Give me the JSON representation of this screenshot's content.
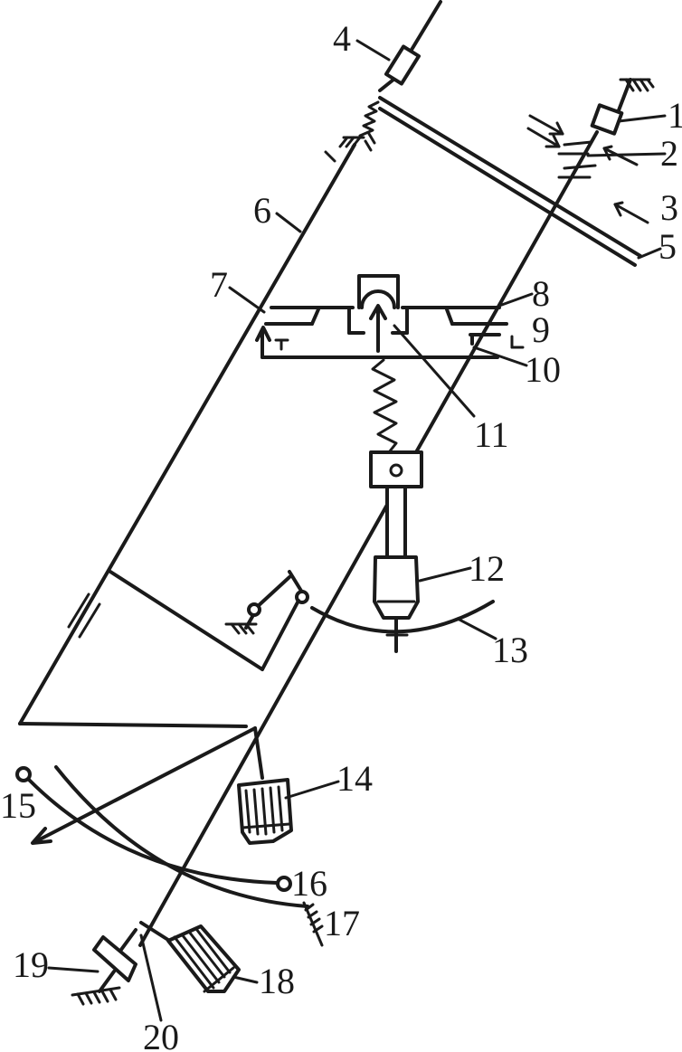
{
  "labels": [
    "1",
    "2",
    "3",
    "4",
    "5",
    "6",
    "7",
    "8",
    "9",
    "10",
    "11",
    "12",
    "13",
    "14",
    "15",
    "16",
    "17",
    "18",
    "19",
    "20"
  ],
  "ink_color": "#1a1a1a",
  "background": "#ffffff"
}
